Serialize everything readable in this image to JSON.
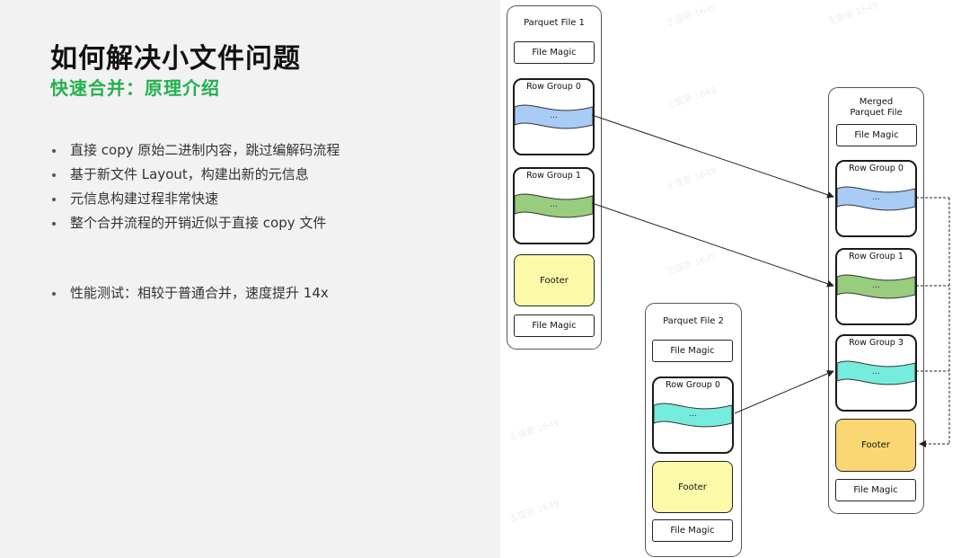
{
  "slide": {
    "title": "如何解决小文件问题",
    "subtitle": "快速合并：原理介绍",
    "bullets": [
      "直接 copy 原始二进制内容，跳过编解码流程",
      "基于新文件 Layout，构建出新的元信息",
      "元信息构建过程非常快速",
      "整个合并流程的开销近似于直接 copy 文件"
    ],
    "performance": "性能测试：相较于普通合并，速度提升 14x"
  },
  "diagram": {
    "file1": {
      "title": "Parquet File 1",
      "magic_top": "File Magic",
      "row_groups": [
        {
          "label": "Row Group 0",
          "content": "...",
          "color": "#a9ccf6"
        },
        {
          "label": "Row Group 1",
          "content": "...",
          "color": "#98cc7e"
        }
      ],
      "footer": "Footer",
      "magic_bottom": "File Magic"
    },
    "file2": {
      "title": "Parquet File 2",
      "magic_top": "File Magic",
      "row_groups": [
        {
          "label": "Row Group 0",
          "content": "...",
          "color": "#76ecde"
        }
      ],
      "footer": "Footer",
      "magic_bottom": "File Magic"
    },
    "merged": {
      "title_line1": "Merged",
      "title_line2": "Parquet File",
      "magic_top": "File Magic",
      "row_groups": [
        {
          "label": "Row Group 0",
          "content": "...",
          "color": "#a9ccf6"
        },
        {
          "label": "Row Group 1",
          "content": "...",
          "color": "#98cc7e"
        },
        {
          "label": "Row Group 3",
          "content": "...",
          "color": "#76ecde"
        }
      ],
      "footer": "Footer",
      "magic_bottom": "File Magic"
    },
    "colors": {
      "footer_light": "#fbfaa8",
      "footer_merged": "#fbd773"
    }
  },
  "watermark": "王盛豪 1649"
}
